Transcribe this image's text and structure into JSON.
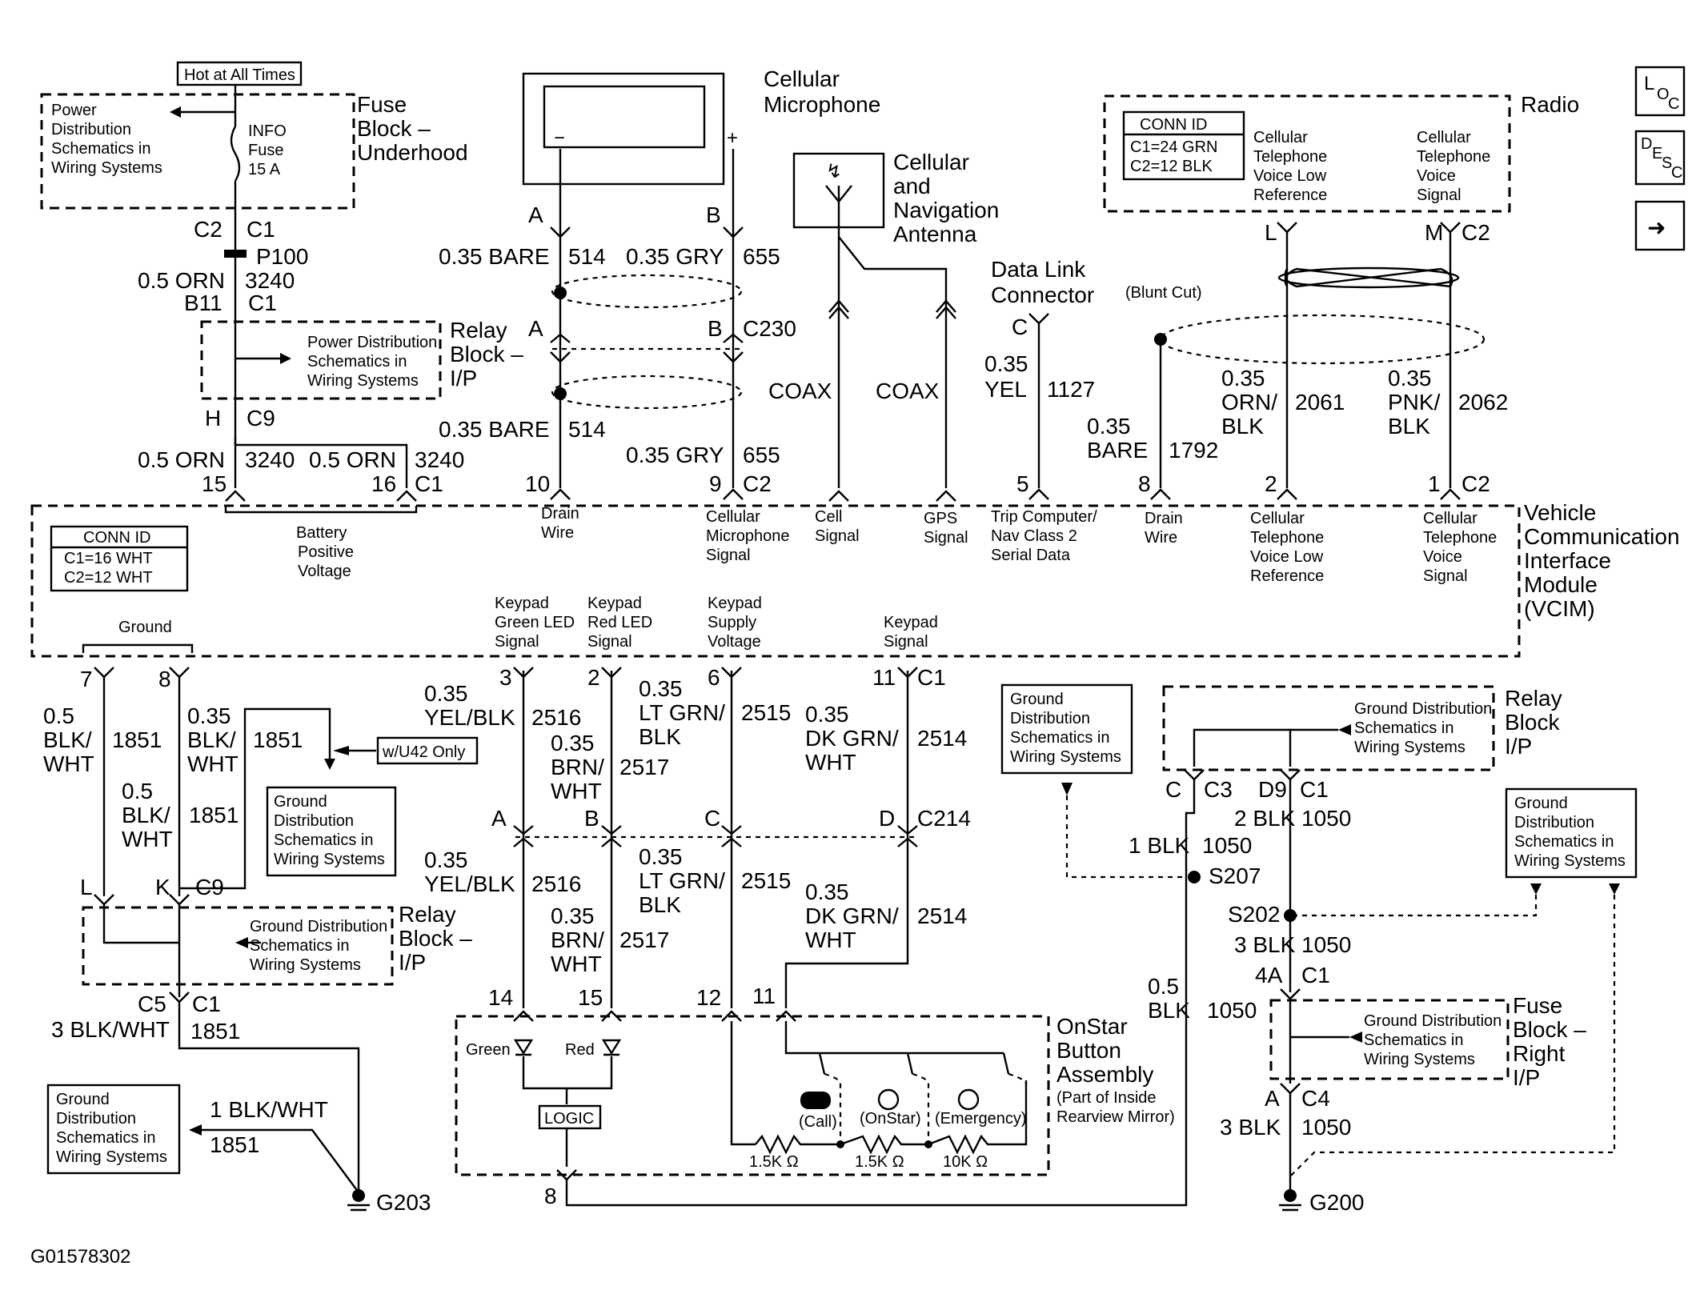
{
  "figure_id": "G01578302",
  "power": {
    "hot_label": "Hot at All Times",
    "fuse_block_underhood": [
      "Fuse",
      "Block –",
      "Underhood"
    ],
    "power_dist_text": [
      "Power",
      "Distribution",
      "Schematics in",
      "Wiring Systems"
    ],
    "fuse_text": [
      "INFO",
      "Fuse",
      "15 A"
    ],
    "c2": "C2",
    "c1": "C1",
    "p100": "P100",
    "wire_orn": "0.5 ORN",
    "circuit_3240": "3240",
    "b11": "B11",
    "c1b": "C1",
    "relay_block_ip": [
      "Relay",
      "Block –",
      "I/P"
    ],
    "power_dist_rb": [
      "Power Distribution",
      "Schematics in",
      "Wiring Systems"
    ],
    "h": "H",
    "c9": "C9",
    "wire_orn_15": "0.5 ORN",
    "c_3240_15": "3240",
    "wire_orn_16": "0.5 ORN",
    "c_3240_16": "3240",
    "pin15": "15",
    "pin16": "16",
    "c1c": "C1",
    "battery": [
      "Battery",
      "Positive",
      "Voltage"
    ]
  },
  "mic": {
    "title": [
      "Cellular",
      "Microphone"
    ],
    "minus": "−",
    "plus": "+",
    "a": "A",
    "b": "B",
    "w1": "0.35 BARE",
    "c1": "514",
    "w2": "0.35 GRY",
    "c2": "655",
    "a2": "A",
    "b2": "B",
    "c230": "C230",
    "coax1": "COAX",
    "coax2": "COAX",
    "w3": "0.35 BARE",
    "c3": "514",
    "w4": "0.35 GRY",
    "c4": "655",
    "pin10": "10",
    "pin9": "9",
    "c2conn": "C2",
    "drain": [
      "Drain",
      "Wire"
    ],
    "micsig": [
      "Cellular",
      "Microphone",
      "Signal"
    ]
  },
  "antenna": {
    "title": [
      "Cellular",
      "and",
      "Navigation",
      "Antenna"
    ],
    "cell": [
      "Cell",
      "Signal"
    ],
    "gps": [
      "GPS",
      "Signal"
    ]
  },
  "dlc": {
    "title": [
      "Data Link",
      "Connector"
    ],
    "c": "C",
    "wire": [
      "0.35",
      "YEL"
    ],
    "circuit": "1127",
    "pin": "5",
    "sig": [
      "Trip Computer/",
      "Nav Class 2",
      "Serial Data"
    ]
  },
  "blunt": {
    "label": "(Blunt Cut)",
    "wire": [
      "0.35",
      "BARE"
    ],
    "circuit": "1792",
    "pin": "8",
    "sig": [
      "Drain",
      "Wire"
    ]
  },
  "radio": {
    "title": "Radio",
    "conn_id": [
      "CONN ID",
      "C1=24 GRN",
      "C2=12 BLK"
    ],
    "ref": [
      "Cellular",
      "Telephone",
      "Voice Low",
      "Reference"
    ],
    "sig": [
      "Cellular",
      "Telephone",
      "Voice",
      "Signal"
    ],
    "l": "L",
    "m": "M",
    "c2": "C2",
    "w1": [
      "0.35",
      "ORN/",
      "BLK"
    ],
    "c2061": "2061",
    "w2": [
      "0.35",
      "PNK/",
      "BLK"
    ],
    "c2062": "2062",
    "pin2": "2",
    "pin1": "1",
    "c2b": "C2",
    "vsig1": [
      "Cellular",
      "Telephone",
      "Voice Low",
      "Reference"
    ],
    "vsig2": [
      "Cellular",
      "Telephone",
      "Voice",
      "Signal"
    ]
  },
  "vcim": {
    "title": [
      "Vehicle",
      "Communication",
      "Interface",
      "Module",
      "(VCIM)"
    ],
    "conn_id": [
      "CONN ID",
      "C1=16 WHT",
      "C2=12 WHT"
    ],
    "ground": "Ground",
    "k1": [
      "Keypad",
      "Green LED",
      "Signal"
    ],
    "k2": [
      "Keypad",
      "Red LED",
      "Signal"
    ],
    "k3": [
      "Keypad",
      "Supply",
      "Voltage"
    ],
    "k4": [
      "Keypad",
      "Signal"
    ]
  },
  "ground_left": {
    "pin7": "7",
    "pin8": "8",
    "w1": [
      "0.5",
      "BLK/",
      "WHT"
    ],
    "c1": "1851",
    "w2": [
      "0.35",
      "BLK/",
      "WHT"
    ],
    "c2": "1851",
    "w3": [
      "0.5",
      "BLK/",
      "WHT"
    ],
    "c3": "1851",
    "u42": "w/U42 Only",
    "gds": [
      "Ground",
      "Distribution",
      "Schematics in",
      "Wiring Systems"
    ],
    "l": "L",
    "k": "K",
    "c9": "C9",
    "relay": [
      "Relay",
      "Block –",
      "I/P"
    ],
    "gds_rb": [
      "Ground Distribution",
      "Schematics in",
      "Wiring Systems"
    ],
    "c5": "C5",
    "c1b": "C1",
    "w4": "3 BLK/WHT",
    "c4": "1851",
    "gds2": [
      "Ground",
      "Distribution",
      "Schematics in",
      "Wiring Systems"
    ],
    "w5": "1 BLK/WHT",
    "c5c": "1851",
    "g203": "G203"
  },
  "keypad": {
    "p3": "3",
    "p2": "2",
    "p6": "6",
    "p11": "11",
    "c1": "C1",
    "w1": [
      "0.35",
      "YEL/BLK"
    ],
    "c2516": "2516",
    "w2": [
      "0.35",
      "BRN/",
      "WHT"
    ],
    "c2517": "2517",
    "w3": [
      "0.35",
      "LT GRN/",
      "BLK"
    ],
    "c2515": "2515",
    "w4": [
      "0.35",
      "DK GRN/",
      "WHT"
    ],
    "c2514": "2514",
    "a": "A",
    "b": "B",
    "c": "C",
    "d": "D",
    "c214": "C214",
    "w1b": [
      "0.35",
      "YEL/BLK"
    ],
    "c2516b": "2516",
    "w2b": [
      "0.35",
      "BRN/",
      "WHT"
    ],
    "c2517b": "2517",
    "w3b": [
      "0.35",
      "LT GRN/",
      "BLK"
    ],
    "c2515b": "2515",
    "w4b": [
      "0.35",
      "DK GRN/",
      "WHT"
    ],
    "c2514b": "2514",
    "p14": "14",
    "p15": "15",
    "p12": "12",
    "p11b": "11"
  },
  "onstar": {
    "title": [
      "OnStar",
      "Button",
      "Assembly"
    ],
    "note": [
      "(Part of Inside",
      "Rearview Mirror)"
    ],
    "green": "Green",
    "red": "Red",
    "logic": "LOGIC",
    "call": "(Call)",
    "onstar": "(OnStar)",
    "emergency": "(Emergency)",
    "r1": "1.5K Ω",
    "r2": "1.5K Ω",
    "r3": "10K Ω",
    "pin8": "8"
  },
  "ground_right": {
    "gds_top": [
      "Ground Distribution",
      "Schematics in",
      "Wiring Systems"
    ],
    "relay": [
      "Relay",
      "Block",
      "I/P"
    ],
    "gds_mid": [
      "Ground",
      "Distribution",
      "Schematics in",
      "Wiring Systems"
    ],
    "gds_far": [
      "Ground",
      "Distribution",
      "Schematics in",
      "Wiring Systems"
    ],
    "c": "C",
    "c3": "C3",
    "d9": "D9",
    "c1": "C1",
    "w1": "2 BLK",
    "c1050a": "1050",
    "w2": "1 BLK",
    "c1050b": "1050",
    "s207": "S207",
    "s202": "S202",
    "w3": "3 BLK",
    "c1050c": "1050",
    "p4a": "4A",
    "c1b": "C1",
    "w4": [
      "0.5",
      "BLK"
    ],
    "c1050d": "1050",
    "fuse_right": [
      "Fuse",
      "Block –",
      "Right",
      "I/P"
    ],
    "gds_fb": [
      "Ground Distribution",
      "Schematics in",
      "Wiring Systems"
    ],
    "a": "A",
    "c4": "C4",
    "w5": "3 BLK",
    "c1050e": "1050",
    "g200": "G200"
  },
  "sidebar": {
    "loc": [
      "L",
      "O",
      "C"
    ],
    "desc": [
      "D",
      "E",
      "S",
      "C"
    ],
    "arrow": "➜"
  }
}
